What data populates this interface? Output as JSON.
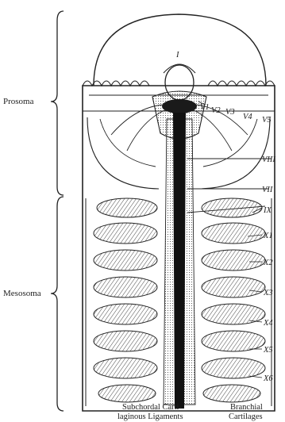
{
  "regions": {
    "prosoma": "Prosoma",
    "mesosoma": "Mesosoma"
  },
  "nerves": {
    "I": "I",
    "V1": "V1",
    "V2": "V2",
    "V3": "V3",
    "V4": "V4",
    "V5": "V5",
    "VIII": "VIII",
    "VII": "VII",
    "IX": "IX",
    "X1": "X1",
    "X2": "X2",
    "X3": "X3",
    "X4": "X4",
    "X5": "X5",
    "X6": "X6"
  },
  "captions": {
    "left_line1": "Subchordal Carti-",
    "left_line2": "laginous Ligaments",
    "right_line1": "Branchial",
    "right_line2": "Cartilages"
  }
}
